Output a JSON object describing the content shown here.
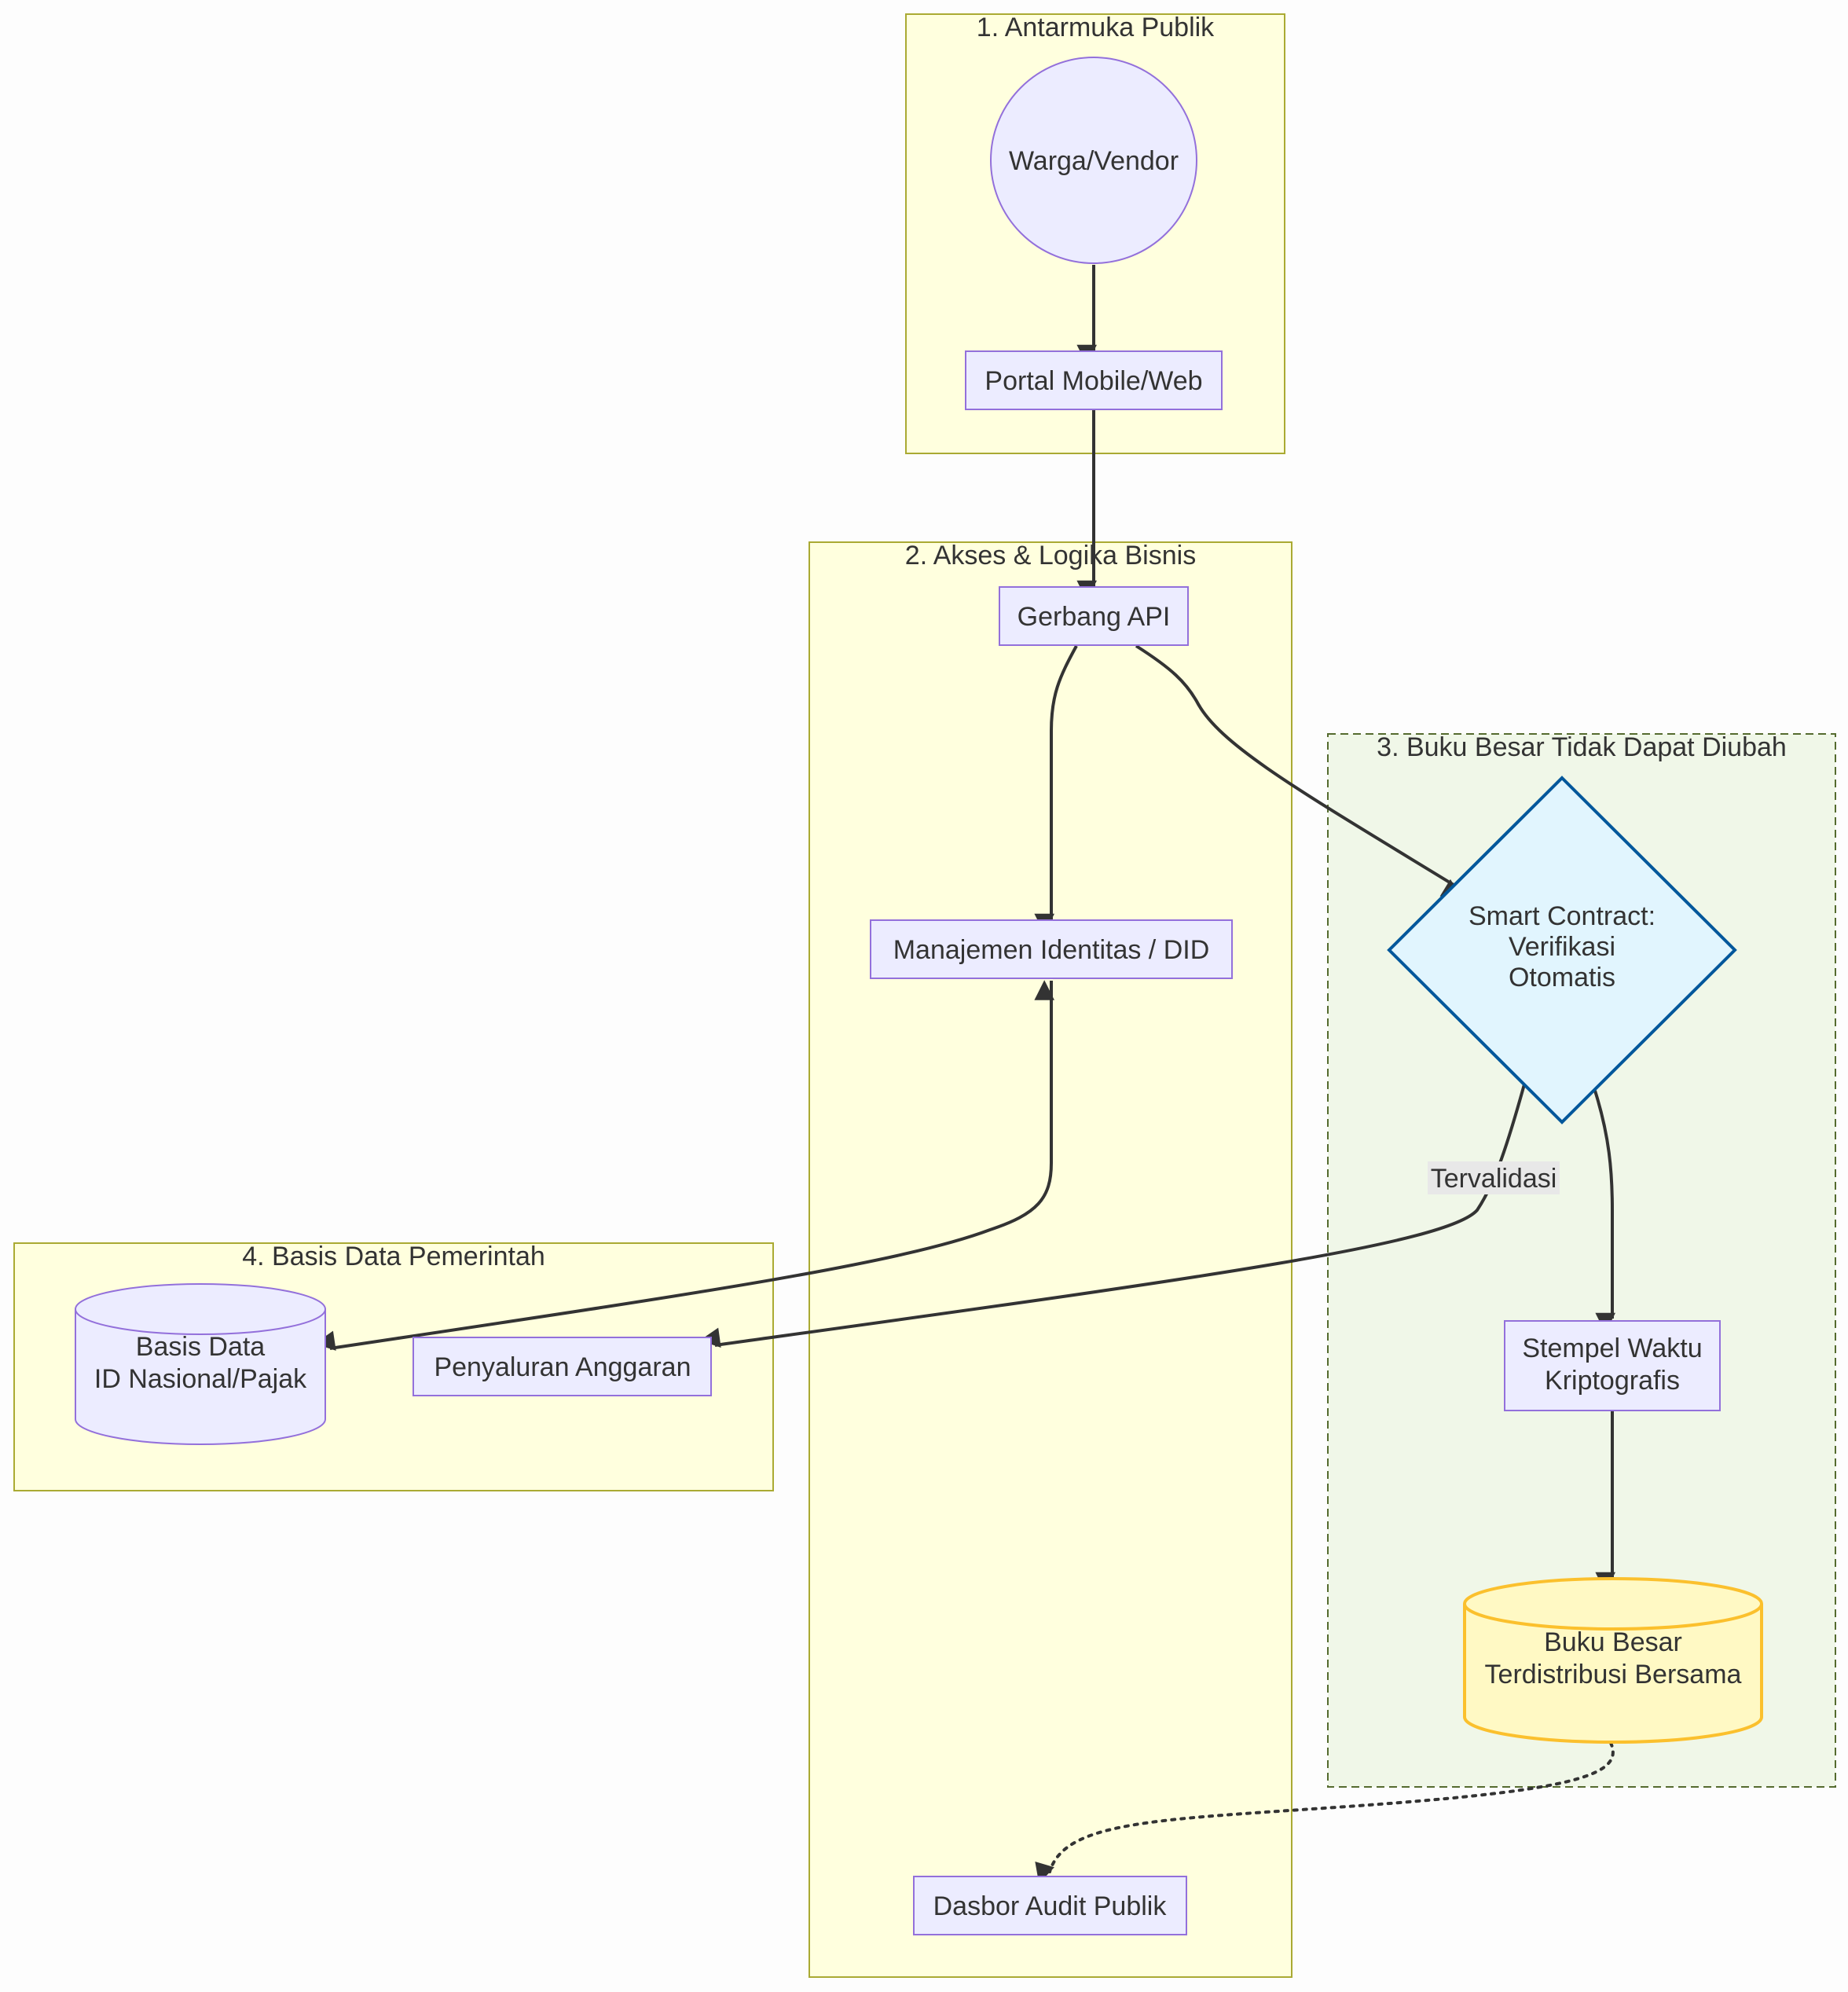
{
  "colors": {
    "cluster_fill": "#ffffde",
    "cluster_stroke": "#aaaa33",
    "ledger_cluster_fill": "#f0f7e8",
    "ledger_cluster_stroke": "#556b2f",
    "node_fill": "#ececff",
    "node_stroke": "#9370db",
    "decision_fill": "#e1f5fe",
    "decision_stroke": "#01579b",
    "ledger_fill": "#fff9c4",
    "ledger_stroke": "#fbc02d",
    "edge": "#333333",
    "edge_label_bg": "#e8e8e8"
  },
  "clusters": {
    "public": {
      "title": "1. Antarmuka Publik"
    },
    "access": {
      "title": "2. Akses & Logika Bisnis"
    },
    "ledger": {
      "title": "3. Buku Besar Tidak Dapat Diubah"
    },
    "gov": {
      "title": "4. Basis Data Pemerintah"
    }
  },
  "nodes": {
    "citizen": {
      "label": "Warga/Vendor",
      "shape": "circle"
    },
    "portal": {
      "label": "Portal Mobile/Web",
      "shape": "rect"
    },
    "gateway": {
      "label": "Gerbang API",
      "shape": "rect"
    },
    "identity": {
      "label": "Manajemen Identitas / DID",
      "shape": "rect"
    },
    "audit": {
      "label": "Dasbor Audit Publik",
      "shape": "rect"
    },
    "contract": {
      "lines": [
        "Smart Contract:",
        "Verifikasi",
        "Otomatis"
      ],
      "shape": "diamond"
    },
    "timestamp": {
      "lines": [
        "Stempel Waktu",
        "Kriptografis"
      ],
      "shape": "rect"
    },
    "dlt": {
      "lines": [
        "Buku Besar",
        "Terdistribusi Bersama"
      ],
      "shape": "cylinder"
    },
    "govdb": {
      "lines": [
        "Basis Data",
        "ID Nasional/Pajak"
      ],
      "shape": "cylinder"
    },
    "budget": {
      "label": "Penyaluran Anggaran",
      "shape": "rect"
    }
  },
  "edges": [
    {
      "from": "citizen",
      "to": "portal"
    },
    {
      "from": "portal",
      "to": "gateway"
    },
    {
      "from": "gateway",
      "to": "identity"
    },
    {
      "from": "gateway",
      "to": "contract"
    },
    {
      "from": "identity",
      "to": "govdb",
      "bidirectional": true
    },
    {
      "from": "contract",
      "to": "budget",
      "label": "Tervalidasi"
    },
    {
      "from": "contract",
      "to": "timestamp"
    },
    {
      "from": "timestamp",
      "to": "dlt"
    },
    {
      "from": "dlt",
      "to": "audit",
      "style": "dotted"
    }
  ]
}
